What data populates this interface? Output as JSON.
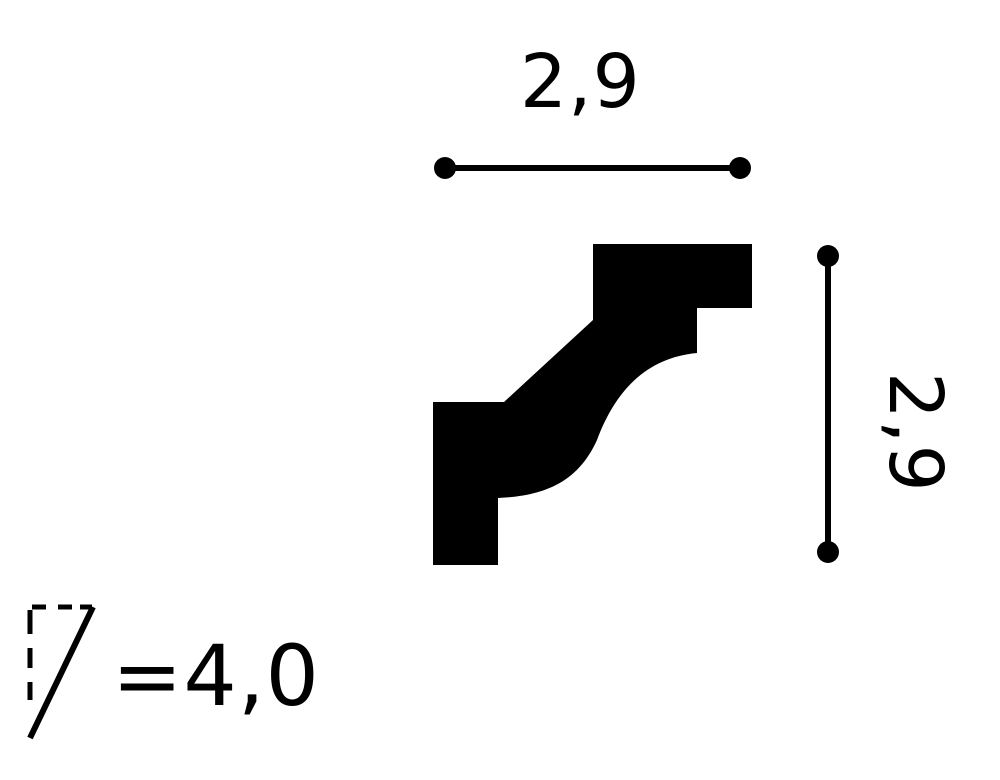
{
  "dimensions": {
    "width_label": "2,9",
    "height_label": "2,9"
  },
  "legend": {
    "symbol": "dashed-angle-icon",
    "value_label": "=4,0"
  },
  "colors": {
    "ink": "#000000",
    "background": "#ffffff"
  }
}
